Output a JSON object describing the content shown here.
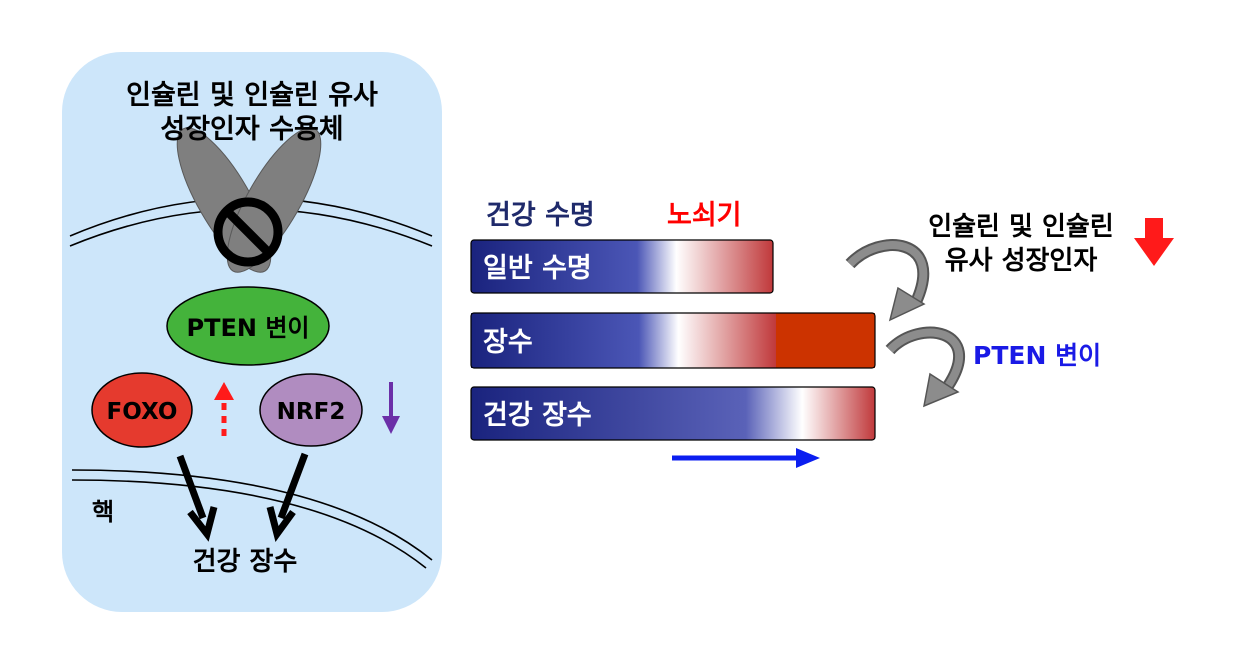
{
  "cell": {
    "receptor_label_line1": "인슐린 및 인슐린 유사",
    "receptor_label_line2": "성장인자 수용체",
    "pten": "PTEN 변이",
    "foxo": "FOXO",
    "nrf2": "NRF2",
    "nucleus": "핵",
    "outcome": "건강 장수"
  },
  "lifespan": {
    "header_healthspan": "건강 수명",
    "header_aging": "노쇠기",
    "bars": [
      {
        "label": "일반 수명"
      },
      {
        "label": "장수"
      },
      {
        "label": "건강 장수"
      }
    ]
  },
  "annotations": {
    "insulin_line1": "인슐린 및 인슐린",
    "insulin_line2": "유사 성장인자",
    "pten_mutation": "PTEN 변이"
  },
  "colors": {
    "cell_bg": "#cde6fa",
    "bar_blue": "#1a237e",
    "bar_red": "#c0393b",
    "bar_orange": "#cc3300",
    "foxo": "#e53a2e",
    "nrf2": "#b08cc0",
    "pten": "#44b33b",
    "aging_text": "#ff0000",
    "header_text": "#1f2a6b",
    "pten_text": "#1a1ae6",
    "red_arrow": "#ff1a1a",
    "purple_arrow": "#6b2fa8",
    "blue_arrow": "#0b1ef0"
  }
}
